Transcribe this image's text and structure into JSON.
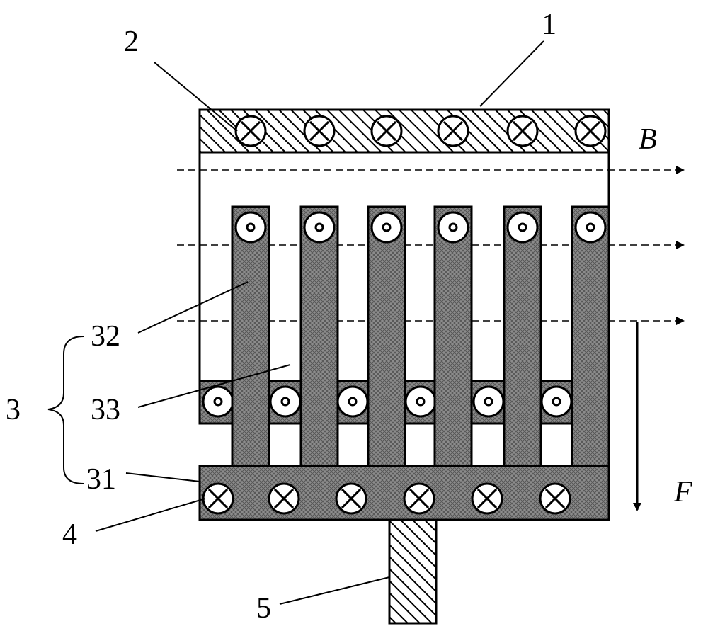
{
  "labels": {
    "top_plate": "1",
    "top_coil": "2",
    "assembly": "3",
    "bottom_coil": "4",
    "rod": "5",
    "base_plate": "31",
    "teeth": "32",
    "slot": "33"
  },
  "field_label": "B",
  "force_label": "F",
  "counts": {
    "top_coil_symbols": 6,
    "teeth": 6,
    "tooth_top_dots": 6,
    "slot_dots": 6,
    "bottom_coil_symbols": 6
  },
  "colors": {
    "stroke": "#000000",
    "tooth_fill": "#8c8c8c",
    "background": "#ffffff"
  },
  "icons": {
    "into_page": "circle-cross-icon",
    "out_of_page": "circle-dot-icon"
  }
}
